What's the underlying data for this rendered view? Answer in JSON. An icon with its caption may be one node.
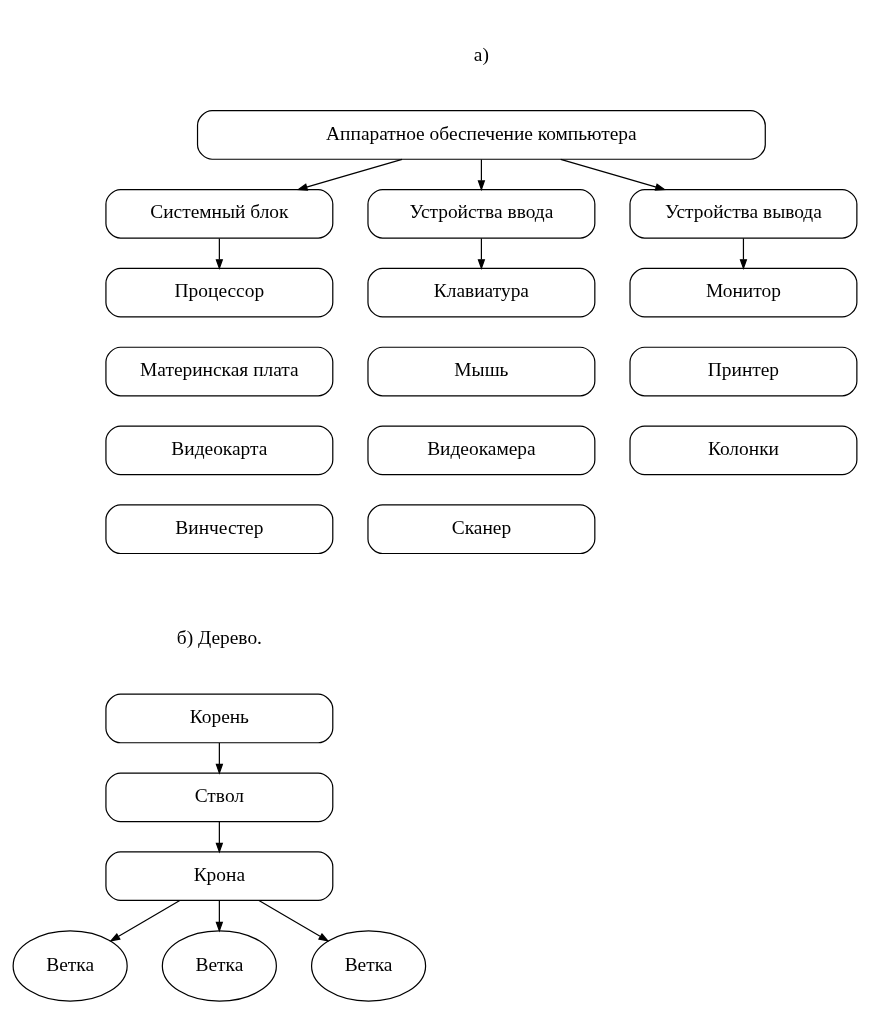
{
  "diagram": {
    "nodes": [
      {
        "text": [
          "Аппаратное обеспечение компьютера"
        ]
      },
      {
        "text": [
          "Системный блок"
        ]
      },
      {
        "text": [
          "Устройства ввода"
        ]
      },
      {
        "text": [
          "Устройства вывода"
        ]
      },
      {
        "text": [
          "Процессор"
        ]
      },
      {
        "text": [
          "Материнская плата"
        ]
      },
      {
        "text": [
          "Видеокарта"
        ]
      },
      {
        "text": [
          "Винчестер"
        ]
      },
      {
        "text": [
          "Клавиатура"
        ]
      },
      {
        "text": [
          "Мышь"
        ]
      },
      {
        "text": [
          "Видеокамера"
        ]
      },
      {
        "text": [
          "Сканер"
        ]
      },
      {
        "text": [
          "Монитор"
        ]
      },
      {
        "text": [
          "Принтер"
        ]
      },
      {
        "text": [
          "Колонки"
        ]
      },
      {
        "text": [
          "Корень"
        ]
      },
      {
        "text": [
          "Ствол"
        ]
      },
      {
        "text": [
          "Крона"
        ]
      },
      {
        "text": [
          "Ветка"
        ]
      },
      {
        "text": [
          "Ветка"
        ]
      },
      {
        "text": [
          "Ветка"
        ]
      }
    ],
    "edges": [
      {
        "from": 0,
        "to": 1,
        "arrow": "to"
      },
      {
        "from": 0,
        "to": 2,
        "arrow": "to"
      },
      {
        "from": 0,
        "to": 3,
        "arrow": "to"
      },
      {
        "from": 1,
        "to": 4,
        "arrow": "to"
      },
      {
        "from": 2,
        "to": 8,
        "arrow": "to"
      },
      {
        "from": 3,
        "to": 12,
        "arrow": "to"
      },
      {
        "from": 15,
        "to": 16,
        "arrow": "to"
      },
      {
        "from": 16,
        "to": 17,
        "arrow": "to"
      },
      {
        "from": 17,
        "to": 18,
        "arrow": "to"
      },
      {
        "from": 17,
        "to": 19,
        "arrow": "to"
      },
      {
        "from": 17,
        "to": 20,
        "arrow": "to"
      }
    ],
    "labels": [
      "а)",
      "б) Дерево."
    ]
  }
}
